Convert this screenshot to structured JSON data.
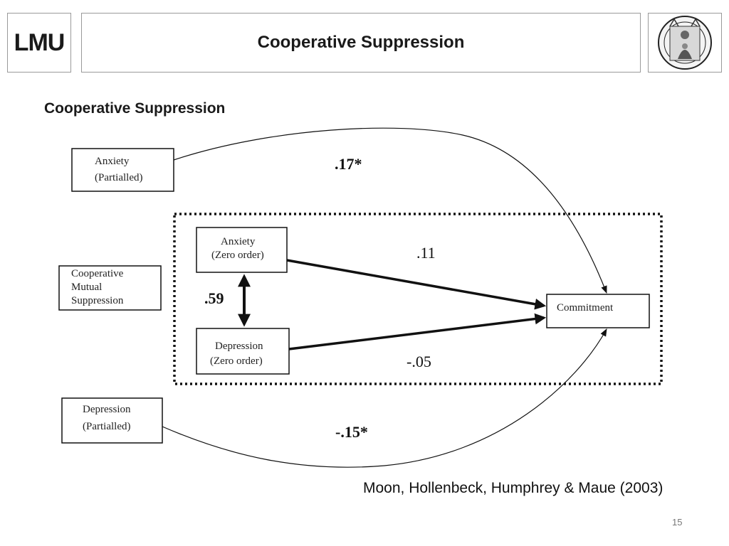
{
  "header": {
    "logo_text": "LMU",
    "title": "Cooperative Suppression"
  },
  "slide": {
    "subtitle": "Cooperative Suppression",
    "citation": "Moon, Hollenbeck, Humphrey & Maue (2003)",
    "page_number": "15"
  },
  "diagram": {
    "boxes": {
      "anxiety_partialled": [
        "Anxiety",
        "(Partialled)"
      ],
      "cooperative_mutual_suppression": [
        "Cooperative",
        "Mutual",
        "Suppression"
      ],
      "anxiety_zero_order": [
        "Anxiety",
        "(Zero order)"
      ],
      "depression_zero_order": [
        "Depression",
        "(Zero order)"
      ],
      "depression_partialled": [
        "Depression",
        "(Partialled)"
      ],
      "commitment": "Commitment"
    },
    "coefficients": {
      "anxiety_partialled_commitment": ".17*",
      "anxiety_zero_commitment": ".11",
      "anxiety_depression_correlation": ".59",
      "depression_zero_commitment": "-.05",
      "depression_partialled_commitment": "-.15*"
    }
  }
}
